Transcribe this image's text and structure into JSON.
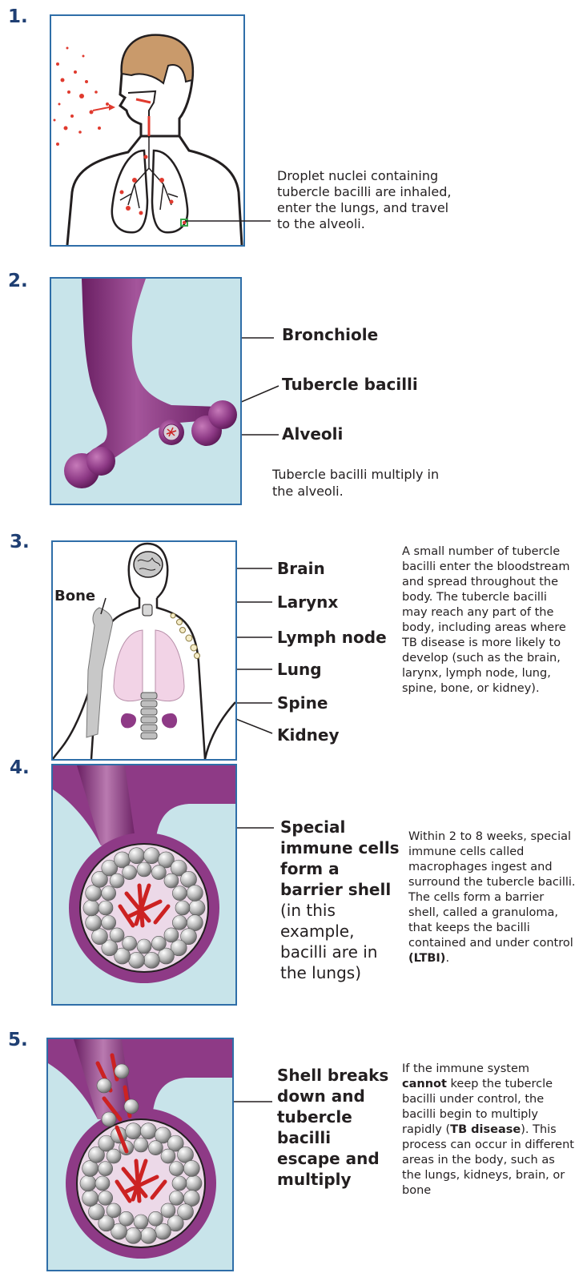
{
  "step1": {
    "number": "1.",
    "description": "Droplet nuclei containing tubercle bacilli are inhaled, enter the lungs, and travel to the alveoli."
  },
  "step2": {
    "number": "2.",
    "labels": {
      "bronchiole": "Bronchiole",
      "bacilli": "Tubercle bacilli",
      "alveoli": "Alveoli"
    },
    "description": "Tubercle bacilli multiply in the alveoli."
  },
  "step3": {
    "number": "3.",
    "labels": {
      "bone": "Bone",
      "brain": "Brain",
      "larynx": "Larynx",
      "lymph_node": "Lymph node",
      "lung": "Lung",
      "spine": "Spine",
      "kidney": "Kidney"
    },
    "description": "A small number of tubercle bacilli enter the bloodstream and spread throughout the body. The tubercle bacilli may reach any part of the body, including areas where TB disease is more likely to develop (such as the brain, larynx, lymph node, lung, spine, bone, or kidney)."
  },
  "step4": {
    "number": "4.",
    "label_bold": "Special immune cells form a barrier shell",
    "label_rest": " (in this example, bacilli are in the lungs)",
    "description_main": "Within 2 to 8 weeks, special immune cells called macrophages ingest and surround the tubercle bacilli. The cells form a barrier shell, called a granuloma, that keeps the bacilli contained and under control ",
    "description_bold": "(LTBI)",
    "description_end": "."
  },
  "step5": {
    "number": "5.",
    "label": "Shell breaks down and tubercle bacilli escape and multiply",
    "desc_1": "If the immune system ",
    "desc_bold1": "cannot",
    "desc_2": " keep the tubercle bacilli under control, the bacilli begin to multiply rapidly (",
    "desc_bold2": "TB disease",
    "desc_3": "). This process can occur in different areas in the body, such as the lungs, kidneys, brain, or bone"
  },
  "colors": {
    "panel_border": "#2f6ea8",
    "panel_fill": "#c8e4ea",
    "purple": "#8e3a86",
    "purple_dark": "#6a1f63",
    "step_number": "#1f3f73",
    "bacilli_red": "#cc2222",
    "skin": "#c99a6b",
    "lung_pink": "#f2d3e6"
  }
}
